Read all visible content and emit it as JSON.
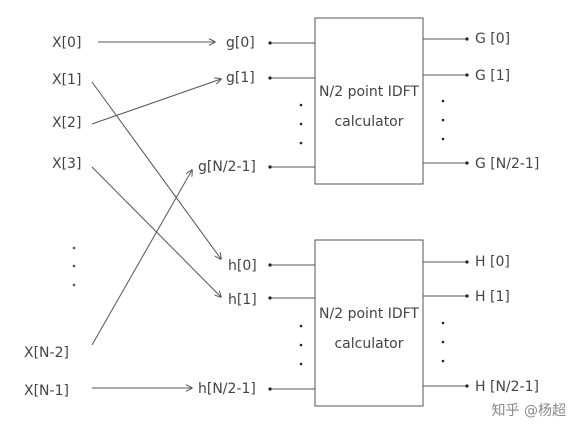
{
  "inputs": [
    "X[0]",
    "X[1]",
    "X[2]",
    "X[3]",
    "X[N-2]",
    "X[N-1]"
  ],
  "g_labels": [
    "g[0]",
    "g[1]",
    "g[N/2-1]"
  ],
  "h_labels": [
    "h[0]",
    "h[1]",
    "h[N/2-1]"
  ],
  "G_labels": [
    "G [0]",
    "G [1]",
    "G [N/2-1]"
  ],
  "H_labels": [
    "H [0]",
    "H [1]",
    "H [N/2-1]"
  ],
  "block_top": {
    "line1": "N/2 point IDFT",
    "line2": "calculator"
  },
  "block_bottom": {
    "line1": "N/2 point IDFT",
    "line2": "calculator"
  },
  "watermark": "知乎 @杨超"
}
